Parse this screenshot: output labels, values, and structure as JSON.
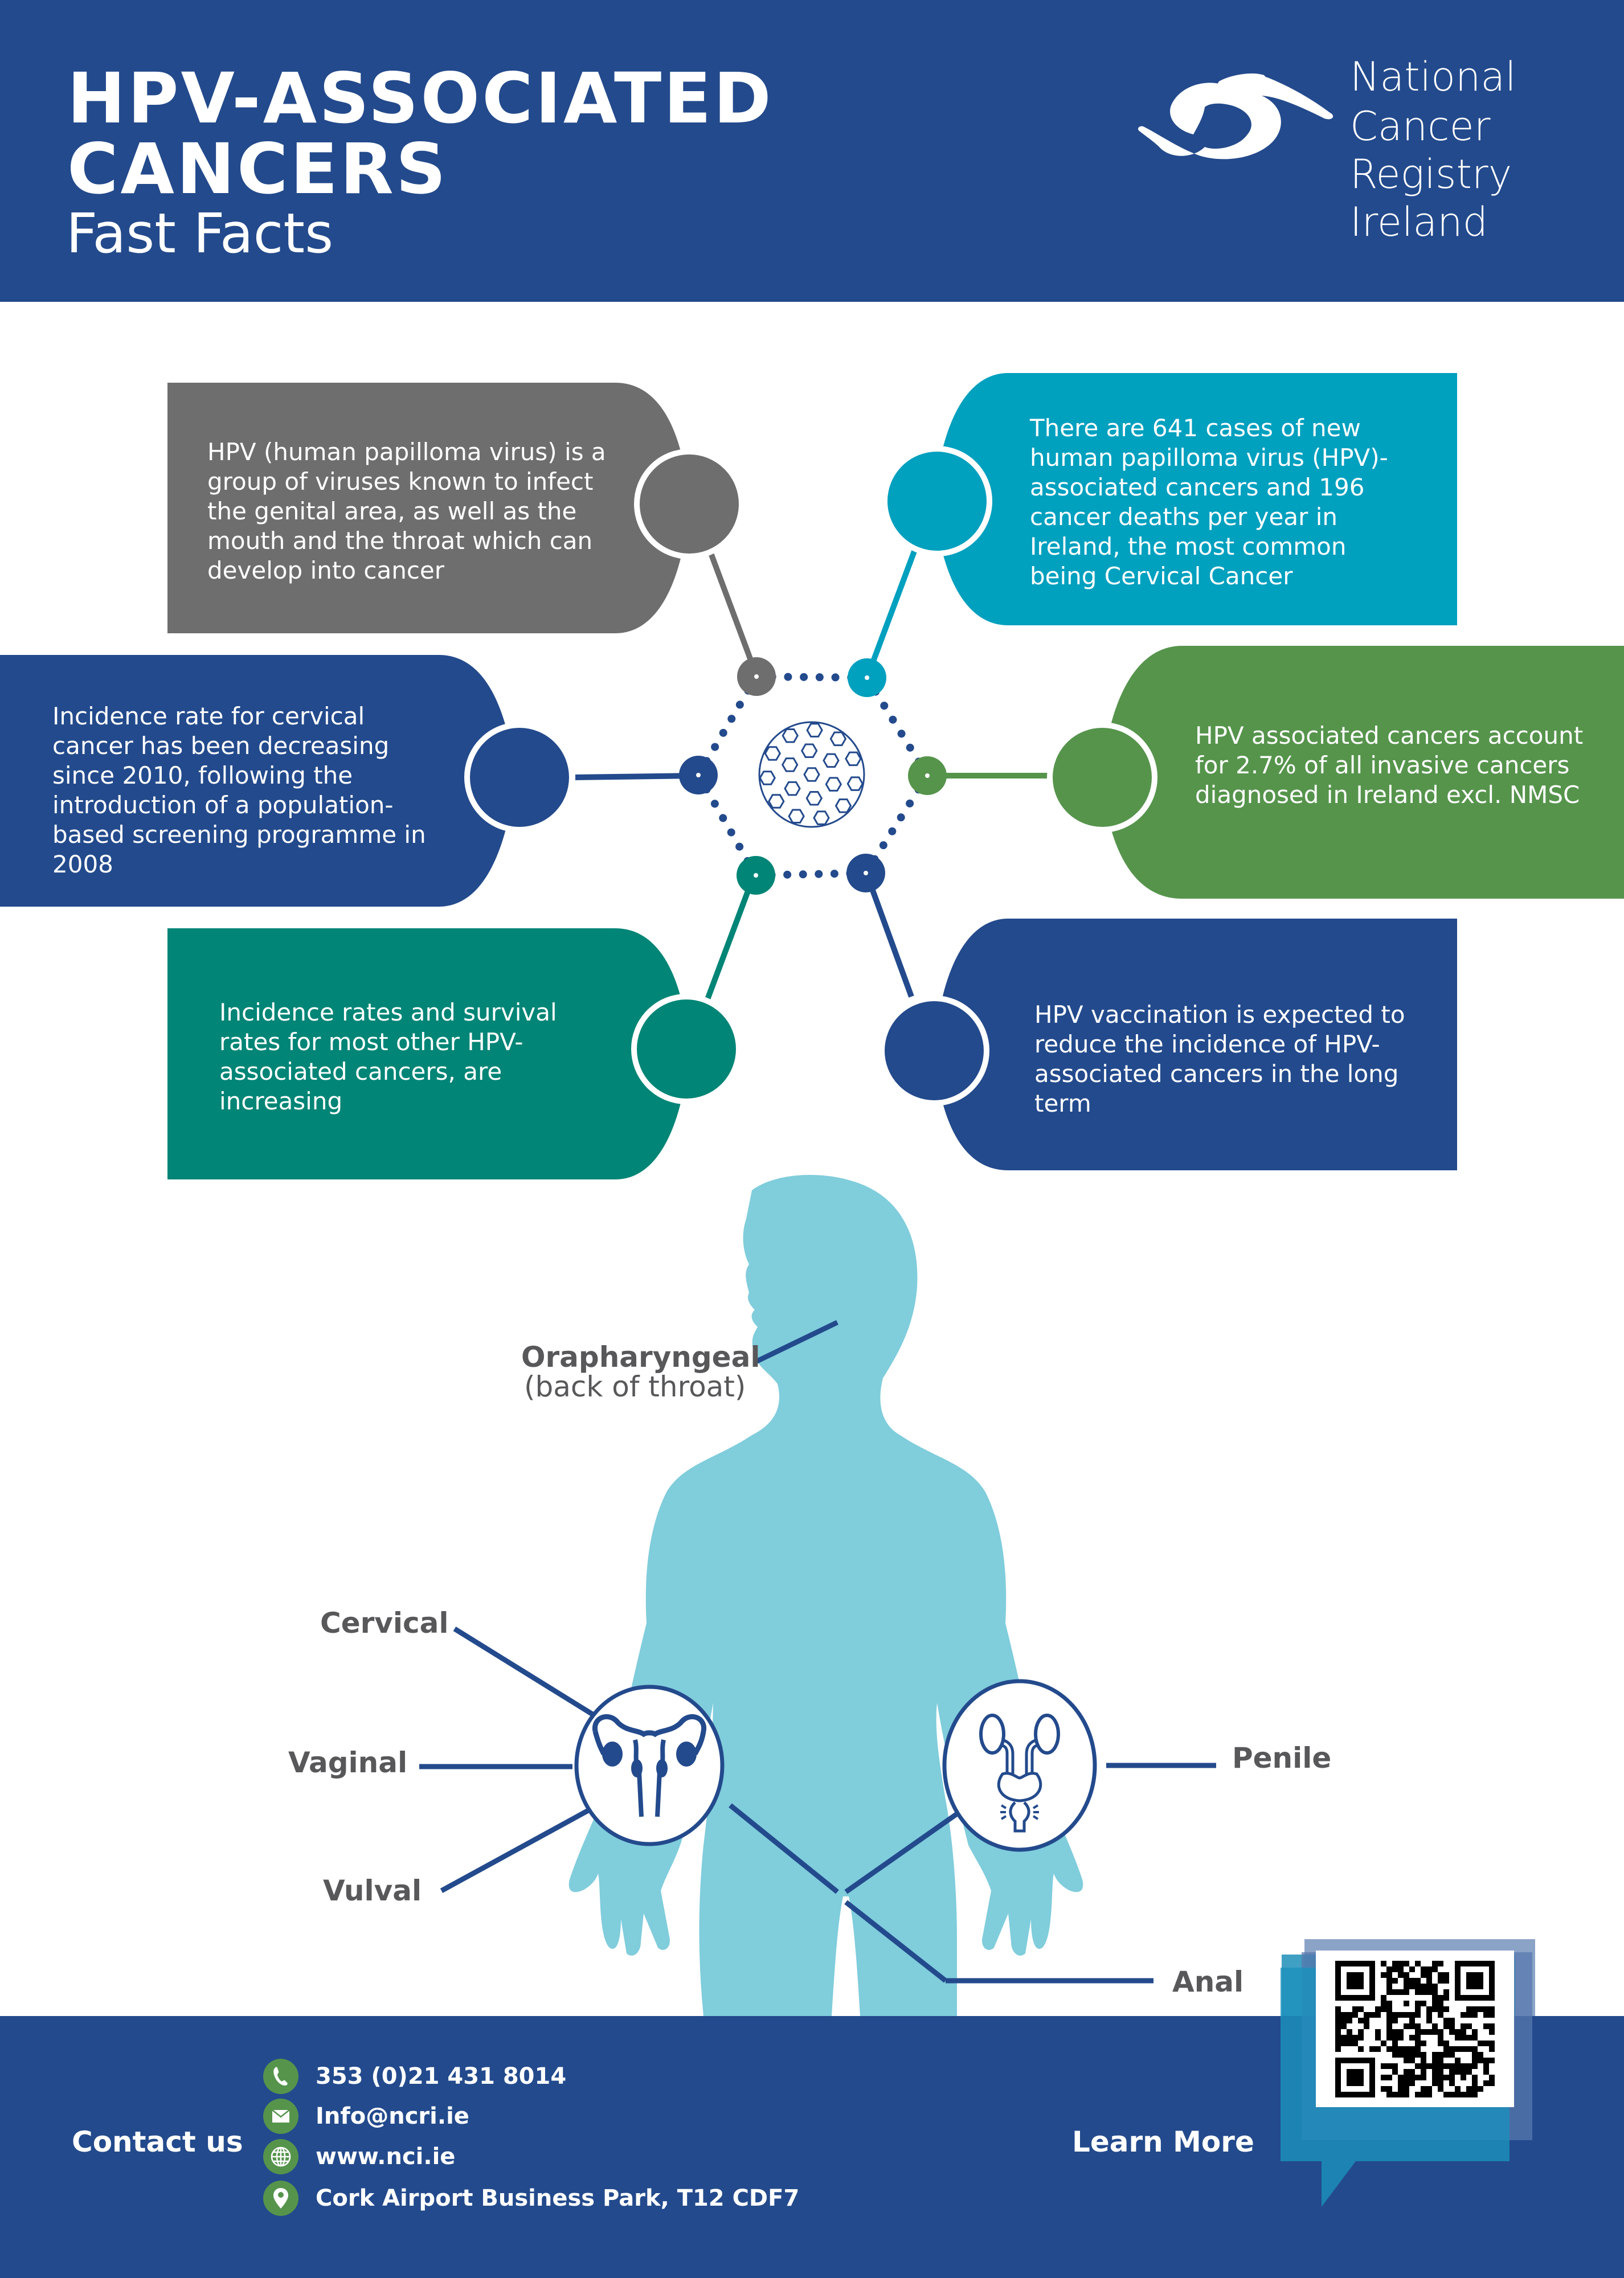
{
  "header": {
    "title_line1": "HPV-ASSOCIATED",
    "title_line2": "CANCERS",
    "subtitle": "Fast Facts",
    "logo": {
      "icon": "ncri-swirl-logo-icon",
      "lines": [
        "National",
        "Cancer",
        "Registry",
        "Ireland"
      ]
    }
  },
  "facts": [
    {
      "id": "definition",
      "color": "#6e6e6e",
      "text": "HPV (human papilloma virus) is a group of viruses known to infect the genital area, as well as the mouth and the throat which can develop into cancer"
    },
    {
      "id": "cases",
      "color": "#00a0bf",
      "text": "There are 641 cases of new human papilloma virus (HPV)-associated cancers and 196 cancer deaths per year in Ireland, the most common being Cervical Cancer"
    },
    {
      "id": "cervical-trend",
      "color": "#234a8c",
      "text": "Incidence rate for cervical cancer has been decreasing since 2010, following the introduction of a population-based screening programme in 2008"
    },
    {
      "id": "share",
      "color": "#56944c",
      "text": "HPV associated cancers account for 2.7% of all invasive cancers diagnosed in Ireland excl. NMSC"
    },
    {
      "id": "other-trend",
      "color": "#008576",
      "text": "Incidence rates and survival rates for most other HPV-associated cancers, are increasing"
    },
    {
      "id": "vaccination",
      "color": "#234a8c",
      "text": "HPV vaccination is expected to reduce the incidence of HPV-associated cancers in the long term"
    }
  ],
  "center_icon": "hpv-virus-icon",
  "body_diagram": {
    "silhouette_color": "#80cddc",
    "line_color": "#234a8c",
    "labels": {
      "orapharyngeal": "Orapharyngeal",
      "orapharyngeal_sub": "(back of throat)",
      "cervical": "Cervical",
      "vaginal": "Vaginal",
      "vulval": "Vulval",
      "penile": "Penile",
      "anal": "Anal"
    },
    "icons": [
      "female-reproductive-organs-icon",
      "male-urinary-reproductive-icon"
    ]
  },
  "footer": {
    "contact_title": "Contact us",
    "contacts": [
      {
        "icon": "phone-icon",
        "text": "353 (0)21 431 8014"
      },
      {
        "icon": "email-icon",
        "text": "Info@ncri.ie"
      },
      {
        "icon": "globe-icon",
        "text": "www.nci.ie"
      },
      {
        "icon": "location-pin-icon",
        "text": "Cork Airport Business Park, T12 CDF7"
      }
    ],
    "learn_more": "Learn More",
    "qr_icon": "qr-code-icon"
  },
  "colors": {
    "brand_blue": "#234a8c",
    "grey": "#6e6e6e",
    "cyan": "#00a0bf",
    "green": "#56944c",
    "teal": "#008576",
    "silhouette": "#80cddc",
    "label_grey": "#58585a"
  }
}
